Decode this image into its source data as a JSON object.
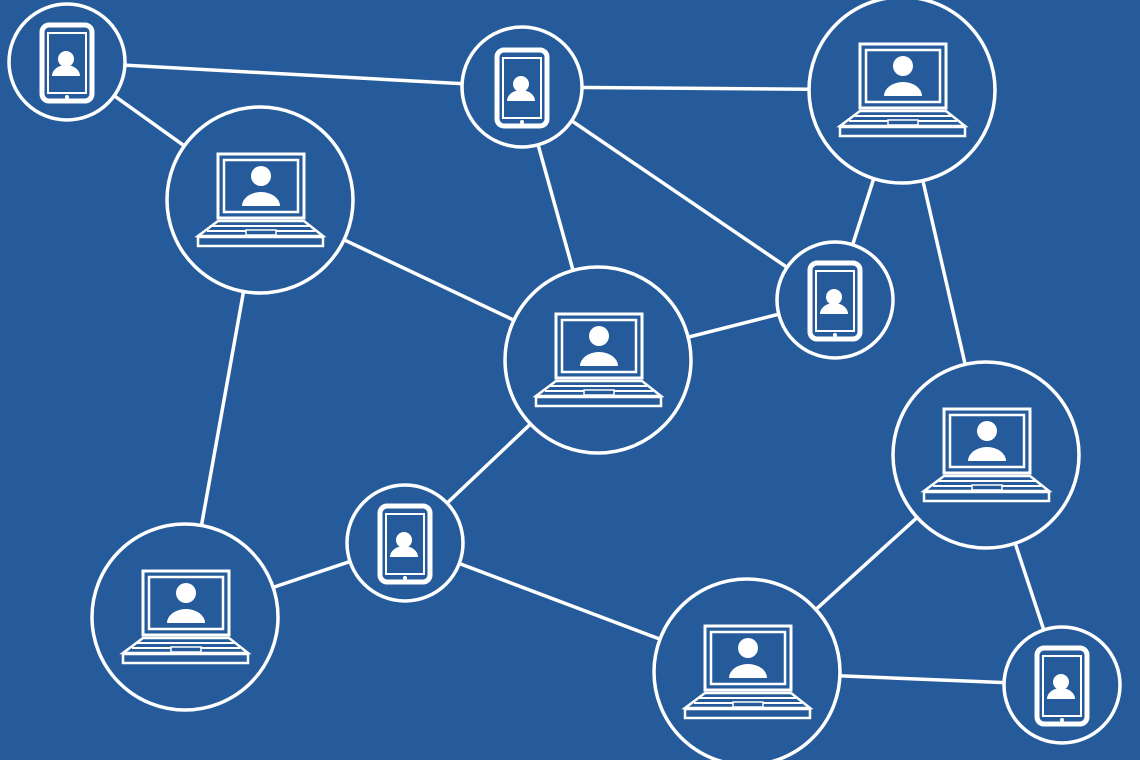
{
  "colors": {
    "background": "#255a9b",
    "line": "#ffffff"
  },
  "nodes": [
    {
      "id": "n1",
      "type": "phone"
    },
    {
      "id": "n2",
      "type": "laptop"
    },
    {
      "id": "n3",
      "type": "phone"
    },
    {
      "id": "n4",
      "type": "laptop"
    },
    {
      "id": "n5",
      "type": "phone"
    },
    {
      "id": "n6",
      "type": "laptop"
    },
    {
      "id": "n7",
      "type": "laptop"
    },
    {
      "id": "n8",
      "type": "phone"
    },
    {
      "id": "n9",
      "type": "laptop"
    },
    {
      "id": "n10",
      "type": "laptop"
    },
    {
      "id": "n11",
      "type": "phone"
    }
  ],
  "edges": [
    [
      "n1",
      "n3"
    ],
    [
      "n1",
      "n2"
    ],
    [
      "n3",
      "n4"
    ],
    [
      "n3",
      "n6"
    ],
    [
      "n3",
      "n5"
    ],
    [
      "n4",
      "n5"
    ],
    [
      "n4",
      "n7"
    ],
    [
      "n2",
      "n6"
    ],
    [
      "n2",
      "n9"
    ],
    [
      "n6",
      "n5"
    ],
    [
      "n6",
      "n8"
    ],
    [
      "n8",
      "n9"
    ],
    [
      "n8",
      "n10"
    ],
    [
      "n10",
      "n7"
    ],
    [
      "n10",
      "n11"
    ],
    [
      "n7",
      "n11"
    ]
  ]
}
